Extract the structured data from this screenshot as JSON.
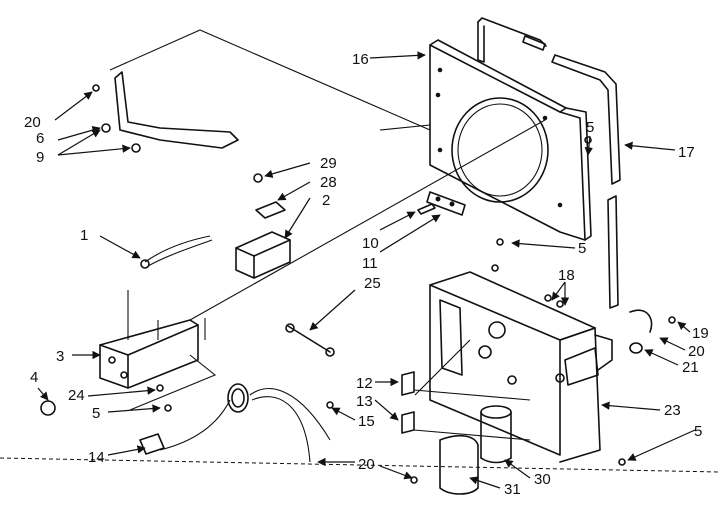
{
  "callouts": [
    {
      "id": "c1",
      "text": "1"
    },
    {
      "id": "c2",
      "text": "2"
    },
    {
      "id": "c3",
      "text": "3"
    },
    {
      "id": "c4",
      "text": "4"
    },
    {
      "id": "c5a",
      "text": "5"
    },
    {
      "id": "c5b",
      "text": "5"
    },
    {
      "id": "c5c",
      "text": "5"
    },
    {
      "id": "c5d",
      "text": "5"
    },
    {
      "id": "c6",
      "text": "6"
    },
    {
      "id": "c9",
      "text": "9"
    },
    {
      "id": "c10",
      "text": "10"
    },
    {
      "id": "c11",
      "text": "11"
    },
    {
      "id": "c12",
      "text": "12"
    },
    {
      "id": "c13",
      "text": "13"
    },
    {
      "id": "c14",
      "text": "14"
    },
    {
      "id": "c15",
      "text": "15"
    },
    {
      "id": "c16",
      "text": "16"
    },
    {
      "id": "c17",
      "text": "17"
    },
    {
      "id": "c18",
      "text": "18"
    },
    {
      "id": "c19",
      "text": "19"
    },
    {
      "id": "c20a",
      "text": "20"
    },
    {
      "id": "c20b",
      "text": "20"
    },
    {
      "id": "c20c",
      "text": "20"
    },
    {
      "id": "c21",
      "text": "21"
    },
    {
      "id": "c23",
      "text": "23"
    },
    {
      "id": "c24",
      "text": "24"
    },
    {
      "id": "c25",
      "text": "25"
    },
    {
      "id": "c28",
      "text": "28"
    },
    {
      "id": "c29",
      "text": "29"
    },
    {
      "id": "c30",
      "text": "30"
    },
    {
      "id": "c31",
      "text": "31"
    }
  ]
}
